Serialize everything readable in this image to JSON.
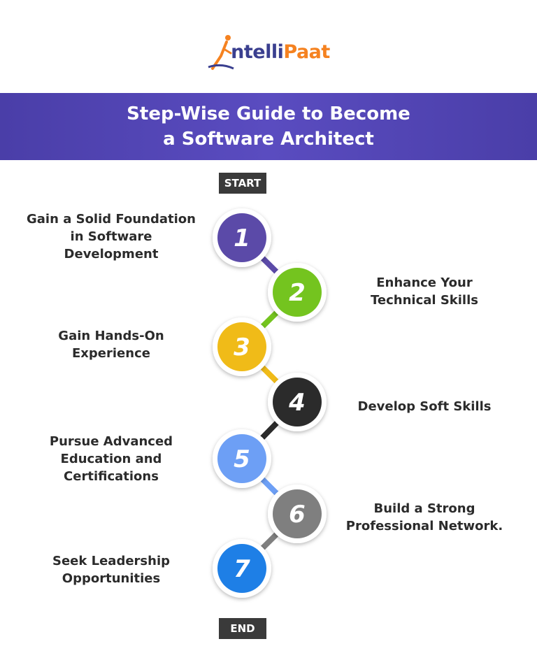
{
  "brand": {
    "prefix": "ntelli",
    "suffix": "Paat",
    "watermark": "IntelliPaat"
  },
  "title": {
    "line1": "Step-Wise Guide to Become",
    "line2": "a Software Architect"
  },
  "start_label": "START",
  "end_label": "END",
  "steps": [
    {
      "number": "1",
      "color": "#5b4aa8",
      "lines": [
        "Gain a Solid Foundation",
        "in Software",
        "Development"
      ]
    },
    {
      "number": "2",
      "color": "#74c41f",
      "lines": [
        "Enhance Your",
        "Technical Skills"
      ]
    },
    {
      "number": "3",
      "color": "#f0bb18",
      "lines": [
        "Gain Hands-On",
        "Experience"
      ]
    },
    {
      "number": "4",
      "color": "#2b2b2b",
      "lines": [
        "Develop Soft Skills"
      ]
    },
    {
      "number": "5",
      "color": "#6d9ff5",
      "lines": [
        "Pursue Advanced",
        "Education and",
        "Certifications"
      ]
    },
    {
      "number": "6",
      "color": "#7f7f7f",
      "lines": [
        "Build a Strong",
        "Professional Network."
      ]
    },
    {
      "number": "7",
      "color": "#1e7fe6",
      "lines": [
        "Seek Leadership",
        "Opportunities"
      ]
    }
  ]
}
